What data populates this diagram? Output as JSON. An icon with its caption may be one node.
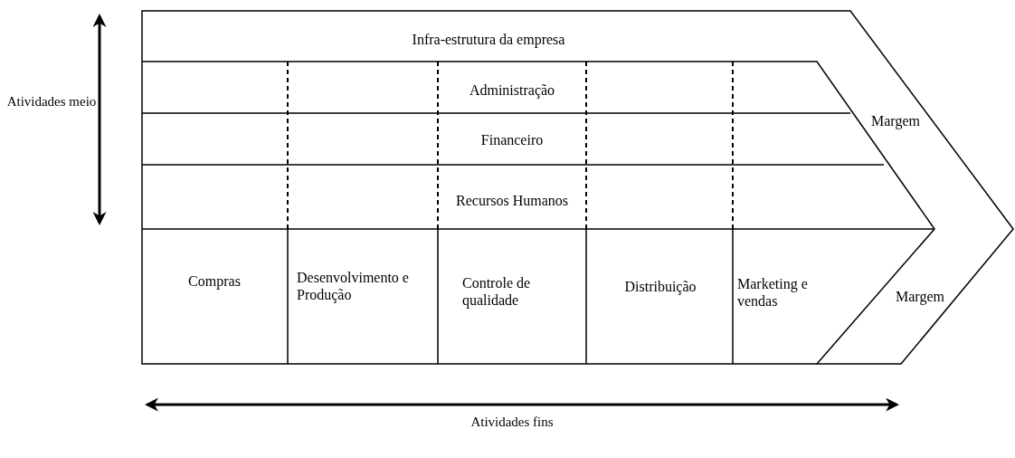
{
  "diagram": {
    "nodes": [
      {
        "text": [
          "Infra-estrutura da empresa"
        ]
      },
      {
        "text": [
          "Administração"
        ]
      },
      {
        "text": [
          "Financeiro"
        ]
      },
      {
        "text": [
          "Recursos Humanos"
        ]
      },
      {
        "text": [
          "Compras"
        ]
      },
      {
        "text": [
          "Desenvolvimento e Produção"
        ]
      },
      {
        "text": [
          "Controle de qualidade"
        ]
      },
      {
        "text": [
          "Distribuição"
        ]
      },
      {
        "text": [
          "Marketing e vendas"
        ]
      },
      {
        "text": [
          "Margem"
        ]
      },
      {
        "text": [
          "Margem"
        ]
      }
    ],
    "edges": [],
    "labels": [
      "Atividades meio",
      "Atividades fins"
    ]
  }
}
